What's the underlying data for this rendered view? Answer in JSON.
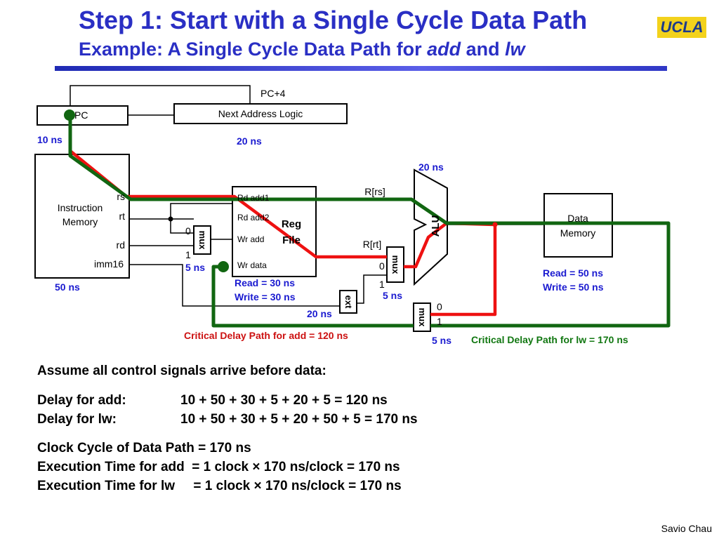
{
  "header": {
    "title": "Step 1: Start with a Single Cycle Data Path",
    "subtitle_prefix": "Example: A Single Cycle Data Path for ",
    "subtitle_add": "add",
    "subtitle_and": " and ",
    "subtitle_lw": "lw",
    "logo": "UCLA"
  },
  "diagram": {
    "pc_plus4": "PC+4",
    "pc": "PC",
    "next_address_logic": "Next Address Logic",
    "pc_delay": "10 ns",
    "nal_delay": "20 ns",
    "imem_line1": "Instruction",
    "imem_line2": "Memory",
    "imem_delay": "50 ns",
    "rs": "rs",
    "rt": "rt",
    "rd": "rd",
    "imm16": "imm16",
    "mux": "mux",
    "ext": "ext",
    "zero": "0",
    "one": "1",
    "mux1_delay": "5 ns",
    "rd_add1": "Rd add1",
    "rd_add2": "Rd add2",
    "wr_add": "Wr add",
    "wr_data": "Wr data",
    "reg": "Reg",
    "file": "File",
    "reg_read": "Read = 30 ns",
    "reg_write": "Write = 30 ns",
    "ext_delay": "20 ns",
    "r_rs": "R[rs]",
    "r_rt": "R[rt]",
    "alu": "ALU",
    "alu_delay": "20 ns",
    "mux2_delay": "5 ns",
    "mux3_delay": "5 ns",
    "dmem_line1": "Data",
    "dmem_line2": "Memory",
    "dmem_read": "Read = 50 ns",
    "dmem_write": "Write = 50 ns",
    "crit_add": "Critical Delay Path for add = 120 ns",
    "crit_lw": "Critical Delay Path for lw = 170 ns"
  },
  "body": {
    "assume": "Assume all control signals arrive before data:",
    "delay_add_label": "Delay for add:",
    "delay_add_value": "10 + 50 + 30 + 5 + 20 + 5 = 120 ns",
    "delay_lw_label": "Delay for lw:",
    "delay_lw_value": "10 + 50 + 30 + 5 + 20 + 50 + 5 = 170 ns",
    "clock_cycle": "Clock Cycle of Data Path = 170 ns",
    "exec_add": "Execution Time for add  = 1 clock × 170 ns/clock = 170 ns",
    "exec_lw": "Execution Time for lw     = 1 clock × 170 ns/clock = 170 ns"
  },
  "footer": {
    "author": "Savio Chau"
  },
  "colors": {
    "title": "#2a2fc4",
    "add_path": "#ee1111",
    "lw_path": "#116611",
    "delay_text": "#1a1ad0",
    "crit_add_text": "#cc1111",
    "crit_lw_text": "#117711"
  }
}
